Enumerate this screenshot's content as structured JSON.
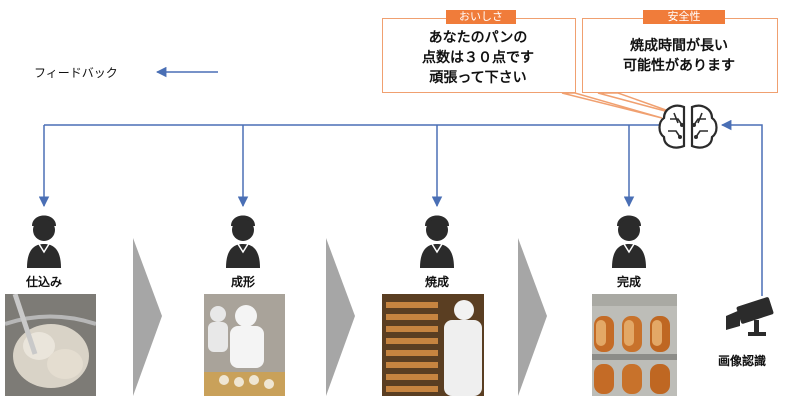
{
  "feedback": {
    "label": "フィードバック"
  },
  "bubbles": [
    {
      "tag": "おいしさ",
      "lines": [
        "あなたのパンの",
        "点数は３０点です",
        "頑張って下さい"
      ]
    },
    {
      "tag": "安全性",
      "lines": [
        "焼成時間が長い",
        "可能性があります"
      ]
    }
  ],
  "stages": [
    {
      "label": "仕込み"
    },
    {
      "label": "成形"
    },
    {
      "label": "焼成"
    },
    {
      "label": "完成"
    }
  ],
  "camera": {
    "label": "画像認識"
  },
  "icons": {
    "brain": "brain-icon",
    "worker": "worker-icon",
    "camera": "camera-icon"
  },
  "colors": {
    "connector": "#4a6fb5",
    "tag": "#f07c3a",
    "bubble_border": "#f0a070",
    "chevron": "#a6a6a6",
    "icon": "#2b2b2b"
  }
}
